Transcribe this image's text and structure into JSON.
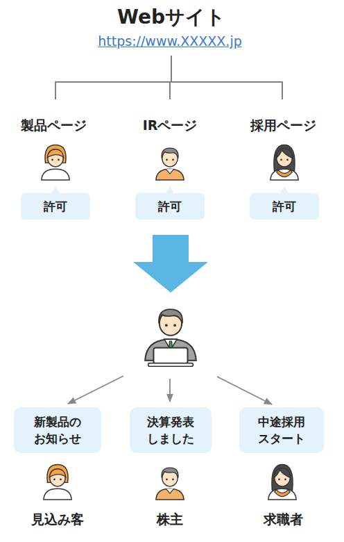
{
  "diagram": {
    "title": "Webサイト",
    "nodes": [
      {
        "text": [
          "許可"
        ]
      },
      {
        "text": [
          "許可"
        ]
      },
      {
        "text": [
          "許可"
        ]
      },
      {
        "text": [
          "新製品の お知らせ"
        ]
      },
      {
        "text": [
          "決算発表 しました"
        ]
      },
      {
        "text": [
          "中途採用 スタート"
        ]
      }
    ],
    "labels": [
      "https://www.XXXXX.jp",
      "製品ページ",
      "IRページ",
      "採用ページ",
      "見込み客",
      "株主",
      "求職者"
    ]
  }
}
